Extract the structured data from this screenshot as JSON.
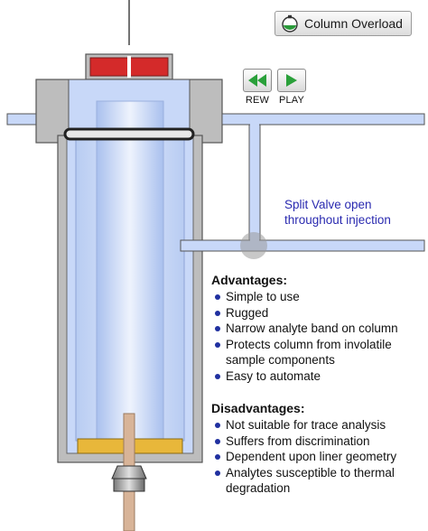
{
  "toolbar": {
    "overload_label": "Column Overload",
    "rew_label": "REW",
    "play_label": "PLAY"
  },
  "annotation": {
    "line1": "Split Valve open",
    "line2": "throughout injection"
  },
  "advantages": {
    "heading": "Advantages:",
    "items": [
      "Simple to use",
      "Rugged",
      "Narrow analyte band on column",
      "Protects column from involatile sample components",
      "Easy to automate"
    ]
  },
  "disadvantages": {
    "heading": "Disadvantages:",
    "items": [
      "Not suitable for trace analysis",
      "Suffers from discrimination",
      "Dependent upon liner geometry",
      "Analytes susceptible to thermal degradation"
    ]
  },
  "colors": {
    "body_gray": "#bdbdbd",
    "liner_blue": "#c8d8f8",
    "septum_red": "#d42a2a",
    "packing_gold": "#e8b73a",
    "column_tan": "#d8b498",
    "accent_green": "#2a9a3a",
    "annotation_text": "#2a2ab0"
  }
}
